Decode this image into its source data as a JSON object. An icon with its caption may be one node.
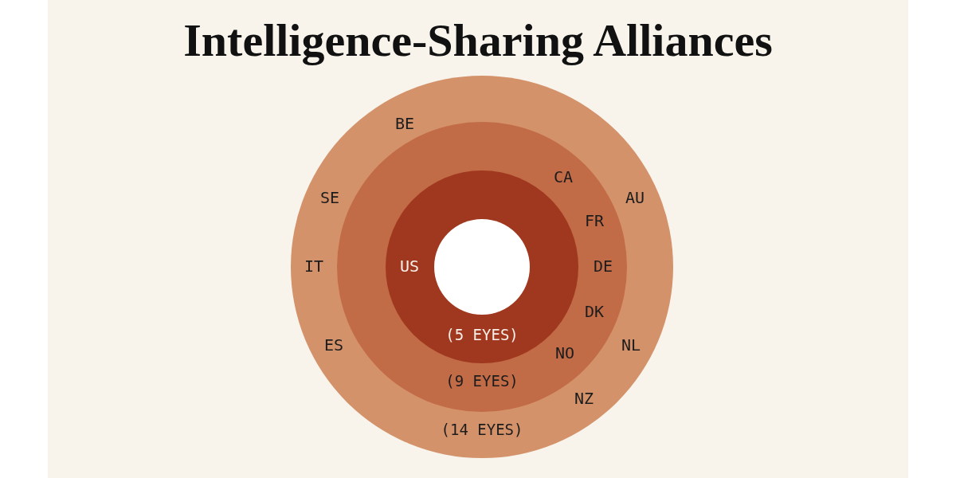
{
  "diagram": {
    "title": "Intelligence-Sharing Alliances",
    "nodes": [
      {
        "text": [
          "(14 EYES)"
        ]
      },
      {
        "text": [
          "(9 EYES)"
        ],
        "in": 0
      },
      {
        "text": [
          "(5 EYES)"
        ],
        "in": 1
      },
      {
        "text": [],
        "shape": "circle",
        "in": 2
      }
    ],
    "labels": [
      "BE",
      "CA",
      "SE",
      "AU",
      "FR",
      "IT",
      "US",
      "DE",
      "DK",
      "ES",
      "NL",
      "NO",
      "NZ"
    ]
  }
}
